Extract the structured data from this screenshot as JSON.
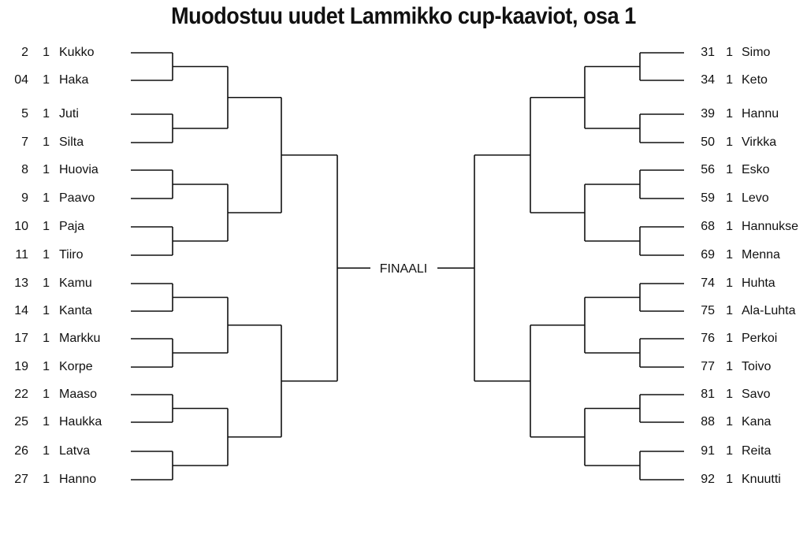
{
  "title": "Muodostuu uudet Lammikko cup-kaaviot, osa 1",
  "final_label": "FINAALI",
  "left": [
    {
      "num": "2",
      "seed": "1",
      "name": "Kukko"
    },
    {
      "num": "04",
      "seed": "1",
      "name": "Haka"
    },
    {
      "num": "5",
      "seed": "1",
      "name": "Juti"
    },
    {
      "num": "7",
      "seed": "1",
      "name": "Silta"
    },
    {
      "num": "8",
      "seed": "1",
      "name": "Huovia"
    },
    {
      "num": "9",
      "seed": "1",
      "name": "Paavo"
    },
    {
      "num": "10",
      "seed": "1",
      "name": "Paja"
    },
    {
      "num": "11",
      "seed": "1",
      "name": "Tiiro"
    },
    {
      "num": "13",
      "seed": "1",
      "name": "Kamu"
    },
    {
      "num": "14",
      "seed": "1",
      "name": "Kanta"
    },
    {
      "num": "17",
      "seed": "1",
      "name": "Markku"
    },
    {
      "num": "19",
      "seed": "1",
      "name": "Korpe"
    },
    {
      "num": "22",
      "seed": "1",
      "name": "Maaso"
    },
    {
      "num": "25",
      "seed": "1",
      "name": "Haukka"
    },
    {
      "num": "26",
      "seed": "1",
      "name": "Latva"
    },
    {
      "num": "27",
      "seed": "1",
      "name": "Hanno"
    }
  ],
  "right": [
    {
      "num": "31",
      "seed": "1",
      "name": "Simo"
    },
    {
      "num": "34",
      "seed": "1",
      "name": "Keto"
    },
    {
      "num": "39",
      "seed": "1",
      "name": "Hannu"
    },
    {
      "num": "50",
      "seed": "1",
      "name": "Virkka"
    },
    {
      "num": "56",
      "seed": "1",
      "name": "Esko"
    },
    {
      "num": "59",
      "seed": "1",
      "name": "Levo"
    },
    {
      "num": "68",
      "seed": "1",
      "name": "Hannukse"
    },
    {
      "num": "69",
      "seed": "1",
      "name": "Menna"
    },
    {
      "num": "74",
      "seed": "1",
      "name": "Huhta"
    },
    {
      "num": "75",
      "seed": "1",
      "name": "Ala-Luhta"
    },
    {
      "num": "76",
      "seed": "1",
      "name": "Perkoi"
    },
    {
      "num": "77",
      "seed": "1",
      "name": "Toivo"
    },
    {
      "num": "81",
      "seed": "1",
      "name": "Savo"
    },
    {
      "num": "88",
      "seed": "1",
      "name": "Kana"
    },
    {
      "num": "91",
      "seed": "1",
      "name": "Reita"
    },
    {
      "num": "92",
      "seed": "1",
      "name": "Knuutti"
    }
  ]
}
